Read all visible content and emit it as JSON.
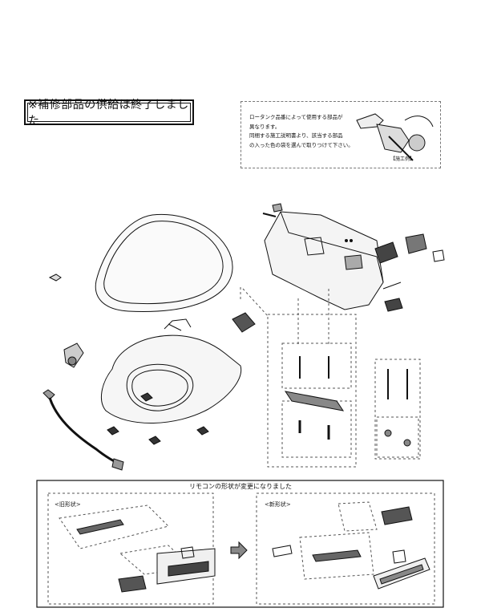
{
  "notice": {
    "text": "※補修部品の供給は終了しました"
  },
  "install_note": {
    "lines": [
      "ロータンク品番によって使用する部品が",
      "異なります。",
      "同梱する施工説明書より、該当する部品",
      "の入った色の袋を選んで取りつけて下さい。"
    ],
    "example_label": "【施工例】"
  },
  "remote_change": {
    "caption": "リモコンの形状が変更になりました",
    "old_label": "<旧形状>",
    "new_label": "<新形状>"
  }
}
